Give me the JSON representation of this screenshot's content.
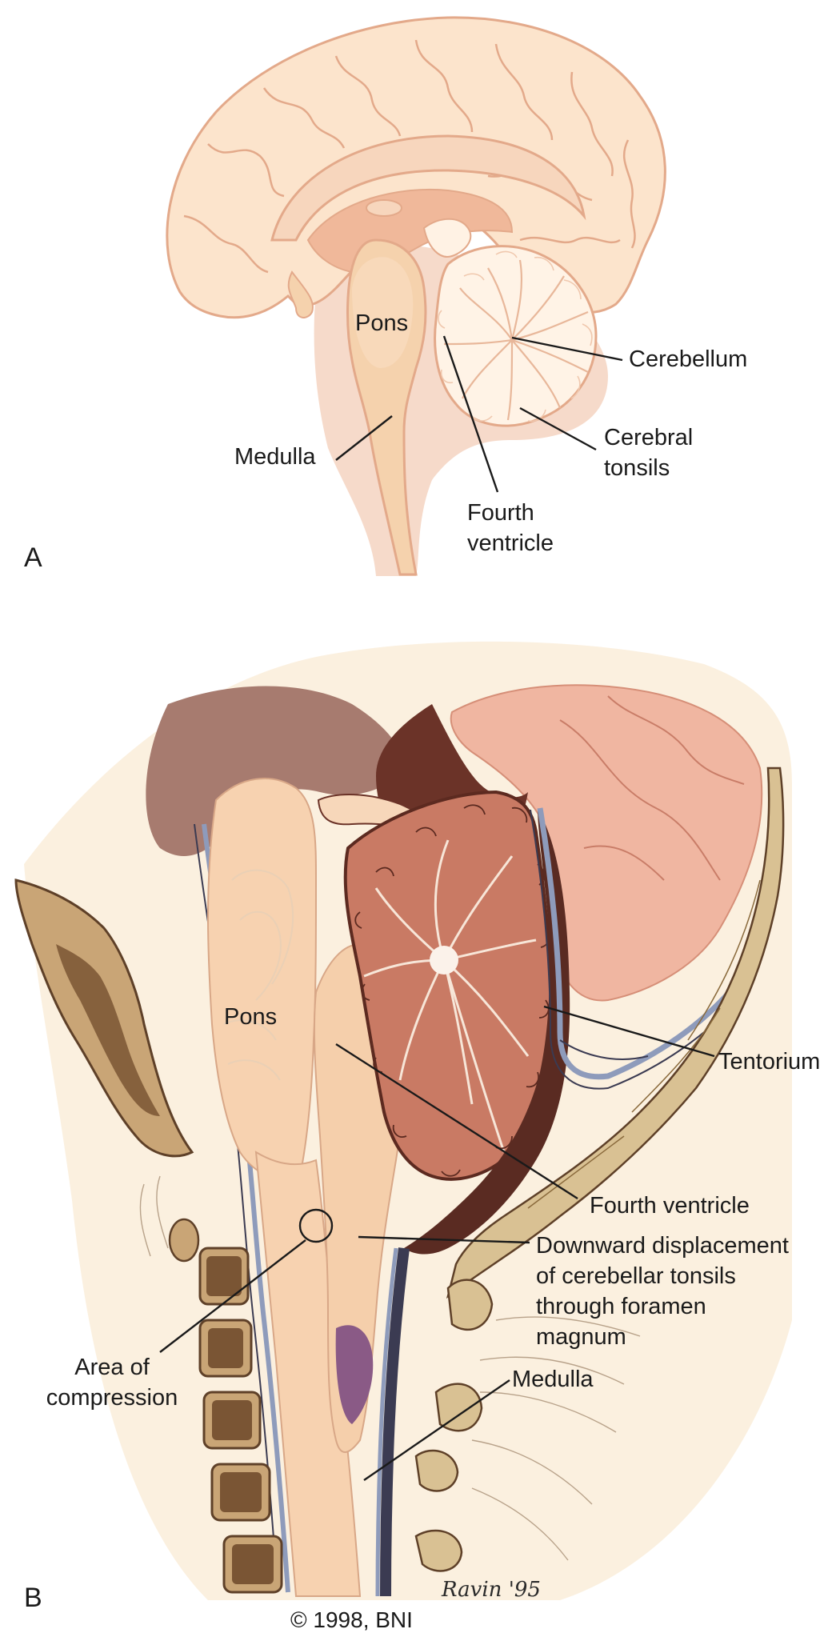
{
  "panel_a": {
    "letter": "A",
    "labels": {
      "pons": "Pons",
      "cerebellum": "Cerebellum",
      "cerebral_tonsils": "Cerebral\ntonsils",
      "medulla": "Medulla",
      "fourth_ventricle": "Fourth\nventricle"
    }
  },
  "panel_b": {
    "letter": "B",
    "labels": {
      "pons": "Pons",
      "tentorium": "Tentorium",
      "fourth_ventricle": "Fourth ventricle",
      "downward_displacement": "Downward displacement\nof cerebellar tonsils\nthrough foramen\nmagnum",
      "area_of_compression": "Area of\ncompression",
      "medulla": "Medulla"
    },
    "signature": "Ravin '95"
  },
  "copyright": "© 1998, BNI",
  "colors": {
    "brain_outline": "#e3a98a",
    "brain_fill": "#fce4cc",
    "brainstem": "#f5d2ad",
    "shadow": "#f0c4ad",
    "cerebellum_dark": "#6b3328",
    "cerebellum_mid": "#c27a66",
    "tissue_brown": "#8c5a4e",
    "bone": "#c9a576",
    "bone_dark": "#6d4a2c",
    "membrane": "#8e9bbb",
    "purple": "#8a5a86"
  }
}
